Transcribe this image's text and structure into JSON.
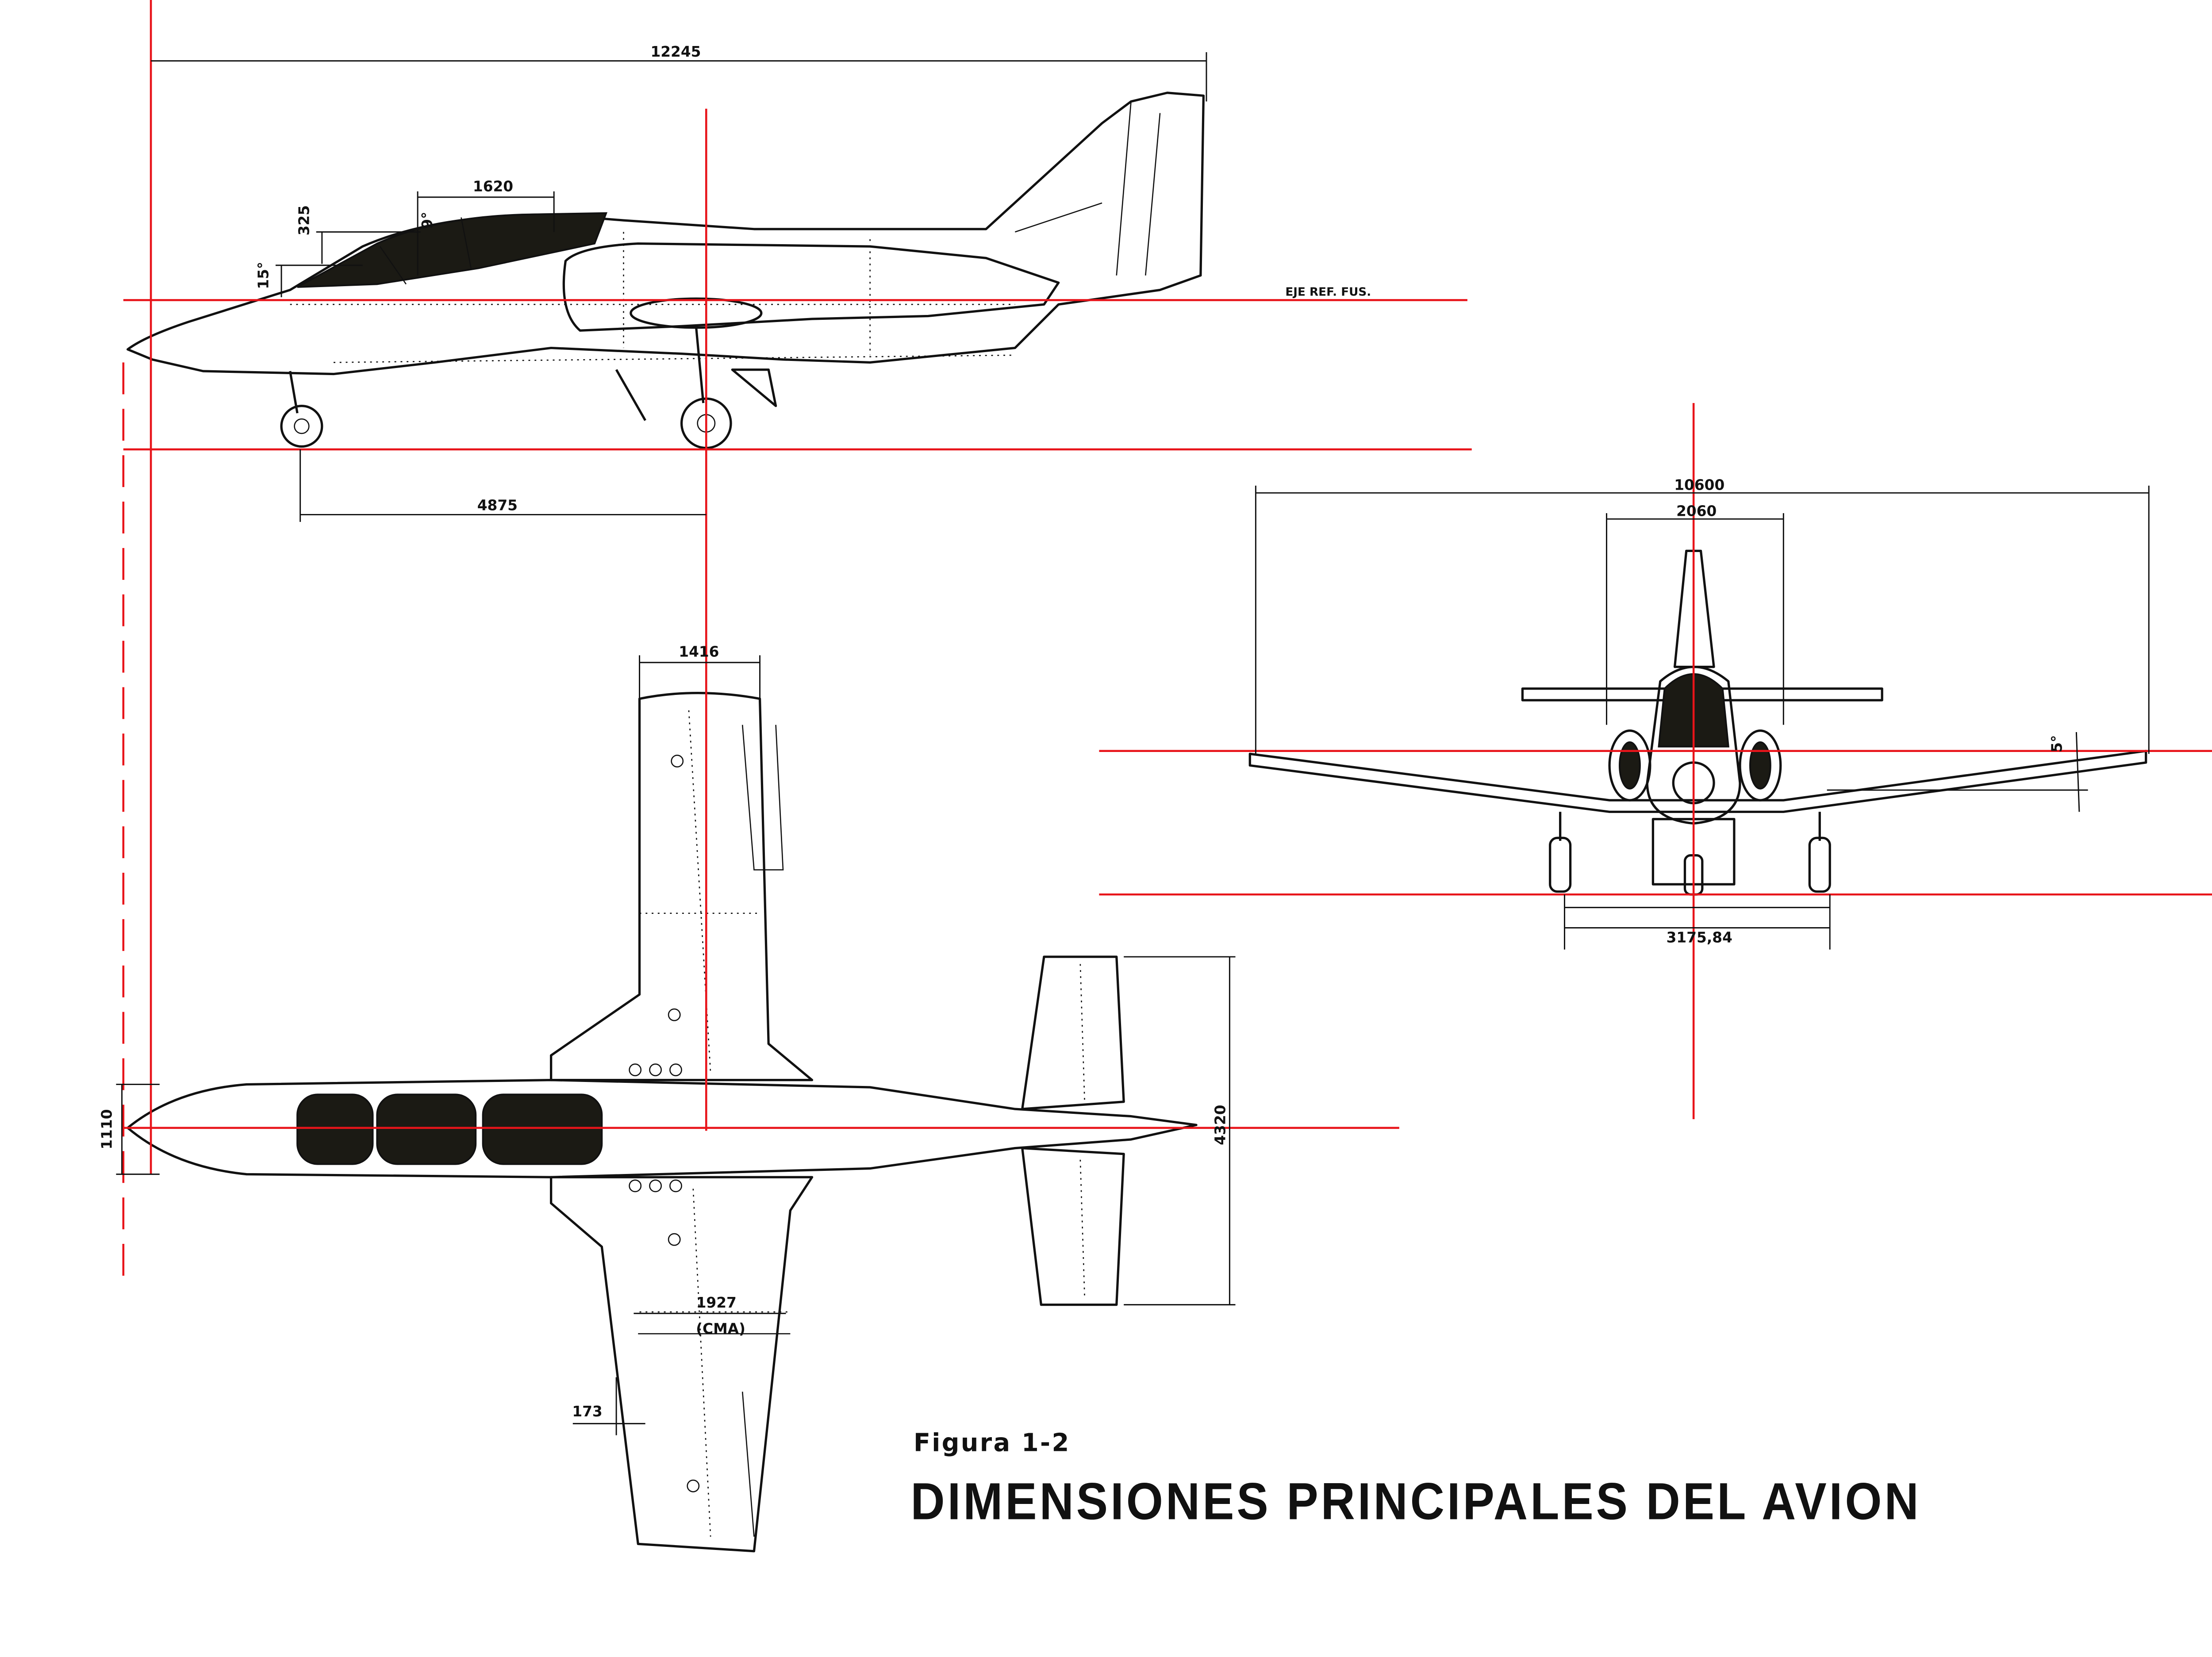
{
  "figure": {
    "number_label": "Figura 1-2",
    "title": "DIMENSIONES PRINCIPALES DEL AVION"
  },
  "side_view": {
    "overall_length": "12245",
    "canopy_length": "1620",
    "canopy_height": "325",
    "canopy_angle": "9°",
    "windshield_angle": "15°",
    "fuselage_reference_axis": "EJE REF. FUS.",
    "wheelbase": "4875"
  },
  "front_view": {
    "wingspan": "10600",
    "tailplane_span": "2060",
    "dihedral": "5°",
    "track": "3175,84"
  },
  "top_view": {
    "wing_tip_chord": "1416",
    "fuselage_width": "1110",
    "tail_span": "4320",
    "mean_aerodynamic_chord": "1927",
    "mac_label": "(CMA)",
    "offset": "173"
  },
  "colors": {
    "reference_lines": "#e8141a",
    "ink": "#111111",
    "canopy": "#1b1a14"
  }
}
